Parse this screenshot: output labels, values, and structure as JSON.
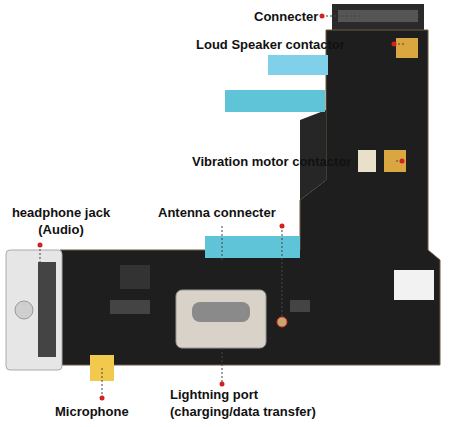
{
  "diagram": {
    "labels": [
      "Connecter",
      "Loud Speaker contactor",
      "Vibration motor contactor",
      "headphone jack (Audio)",
      "Antenna connecter",
      "Lightning port (charging/data transfer)",
      "Microphone"
    ]
  }
}
